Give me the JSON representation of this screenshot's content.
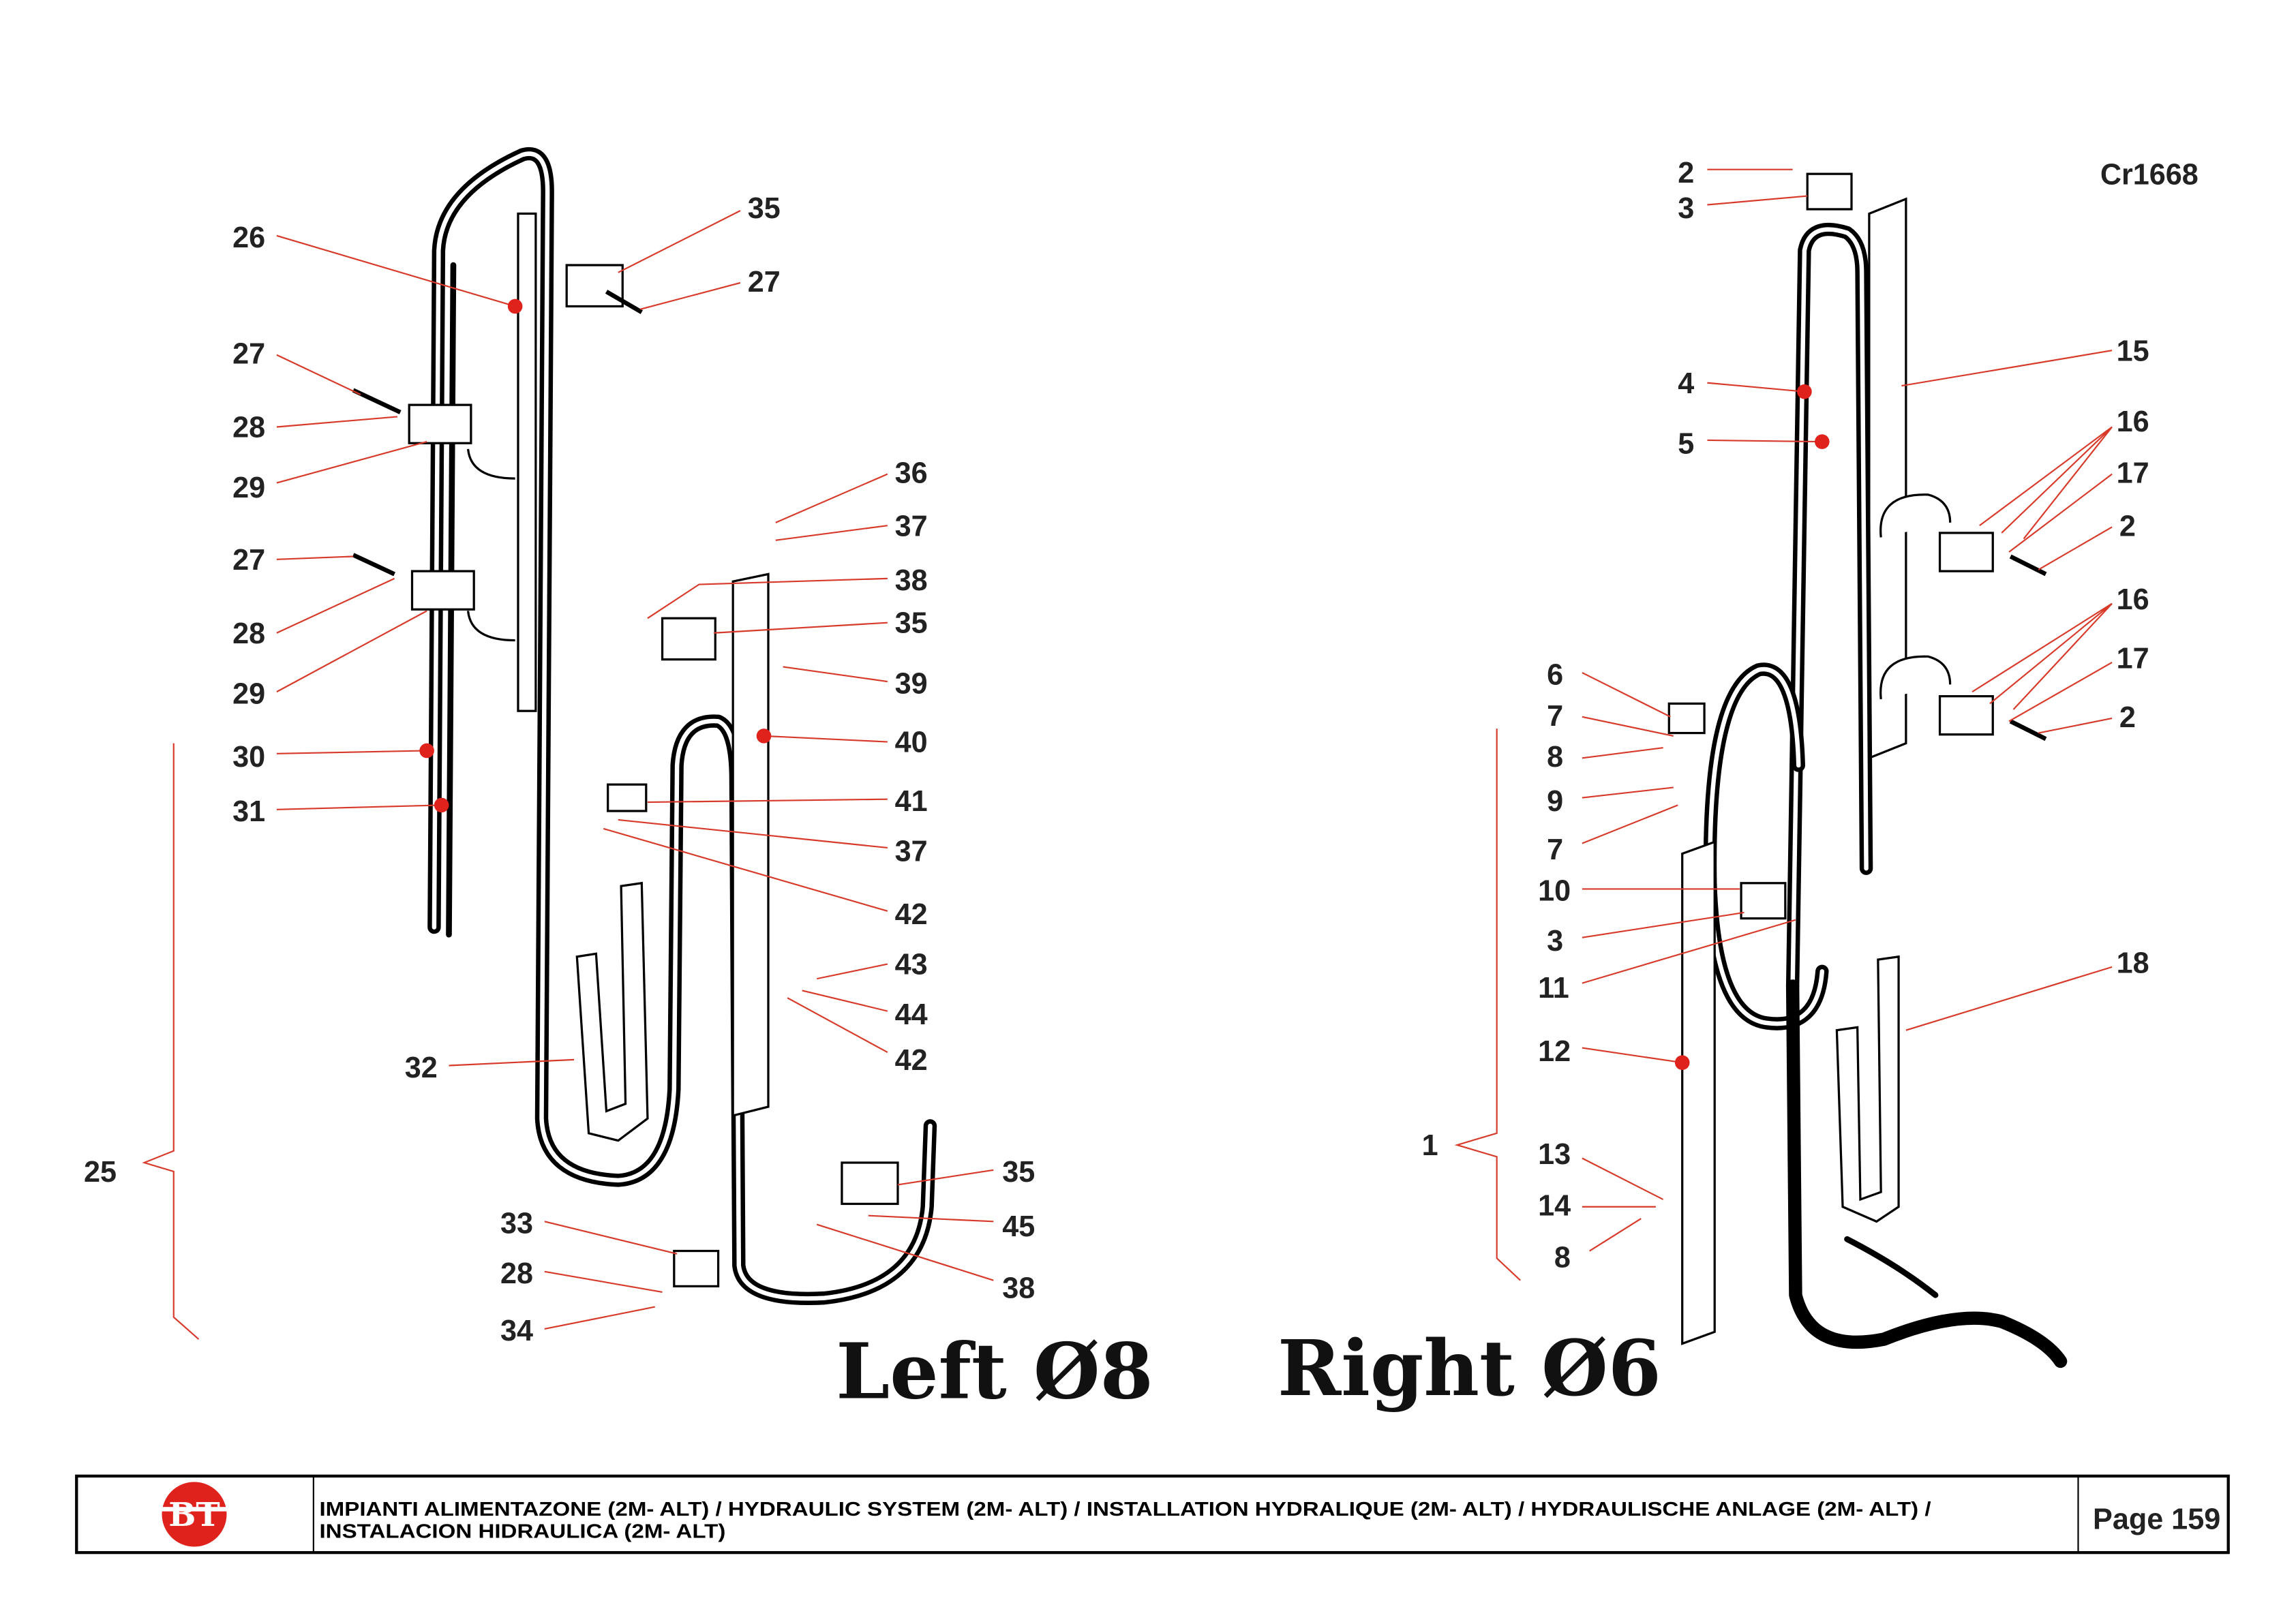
{
  "drawing_code": "Cr1668",
  "captions": {
    "left": "Left Ø8",
    "right": "Right Ø6"
  },
  "left_labels": [
    "26",
    "35",
    "27",
    "27",
    "28",
    "29",
    "27",
    "28",
    "29",
    "30",
    "31",
    "32",
    "25",
    "36",
    "37",
    "38",
    "35",
    "39",
    "40",
    "41",
    "37",
    "42",
    "43",
    "44",
    "42",
    "35",
    "45",
    "38",
    "33",
    "28",
    "34"
  ],
  "right_labels": [
    "2",
    "3",
    "15",
    "4",
    "5",
    "16",
    "17",
    "2",
    "16",
    "17",
    "2",
    "6",
    "7",
    "8",
    "9",
    "7",
    "10",
    "3",
    "11",
    "12",
    "13",
    "14",
    "8",
    "18",
    "1"
  ],
  "footer": {
    "logo": "BT",
    "title_line1": "IMPIANTI ALIMENTAZONE  (2M- ALT) / HYDRAULIC SYSTEM  (2M- ALT) / INSTALLATION HYDRALIQUE  (2M- ALT) / HYDRAULISCHE ANLAGE  (2M- ALT) /",
    "title_line2": "INSTALACION HIDRAULICA  (2M- ALT)",
    "page": "Page 159"
  },
  "colors": {
    "callout": "#d83a2a",
    "logo": "#e0221c"
  }
}
